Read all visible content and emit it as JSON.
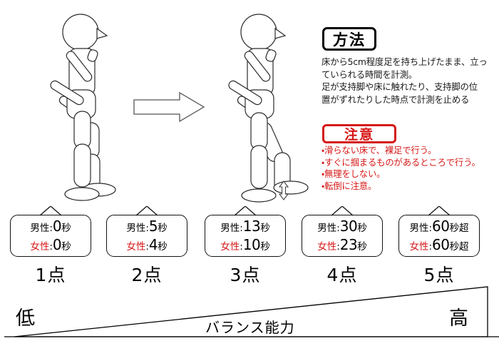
{
  "method": {
    "title": "方法",
    "lines": [
      "床から5cm程度足を持ち上げたまま、立っ",
      "ていられる時間を計測。",
      "足が支持脚や床に触れたり、支持脚の位",
      "置がずれたりした時点で計測を止める"
    ]
  },
  "caution": {
    "title": "注意",
    "color": "#d61818",
    "lines": [
      "・滑らない床で、裸足で行う。",
      "・すぐに掴まるものがあるところで行う。",
      "・無理をしない。",
      "・転倒に注意。"
    ]
  },
  "figures": {
    "before_name": "standing-figure-both-feet",
    "after_name": "standing-figure-one-leg-raised",
    "transition_arrow": "right-arrow",
    "lift_arrow": "up-down-arrow"
  },
  "scores": [
    {
      "male_label": "男性",
      "male_value": "0",
      "male_unit": "秒",
      "female_label": "女性",
      "female_value": "0",
      "female_unit": "秒",
      "score": "1点"
    },
    {
      "male_label": "男性",
      "male_value": "5",
      "male_unit": "秒",
      "female_label": "女性",
      "female_value": "4",
      "female_unit": "秒",
      "score": "2点"
    },
    {
      "male_label": "男性",
      "male_value": "13",
      "male_unit": "秒",
      "female_label": "女性",
      "female_value": "10",
      "female_unit": "秒",
      "score": "3点"
    },
    {
      "male_label": "男性",
      "male_value": "30",
      "male_unit": "秒",
      "female_label": "女性",
      "female_value": "23",
      "female_unit": "秒",
      "score": "4点"
    },
    {
      "male_label": "男性",
      "male_value": "60",
      "male_unit": "秒超",
      "female_label": "女性",
      "female_value": "60",
      "female_unit": "秒超",
      "score": "5点"
    }
  ],
  "ramp": {
    "low_label": "低",
    "high_label": "高",
    "caption": "バランス能力"
  },
  "colors": {
    "ink": "#000000",
    "red": "#d61818",
    "paper": "#ffffff"
  }
}
